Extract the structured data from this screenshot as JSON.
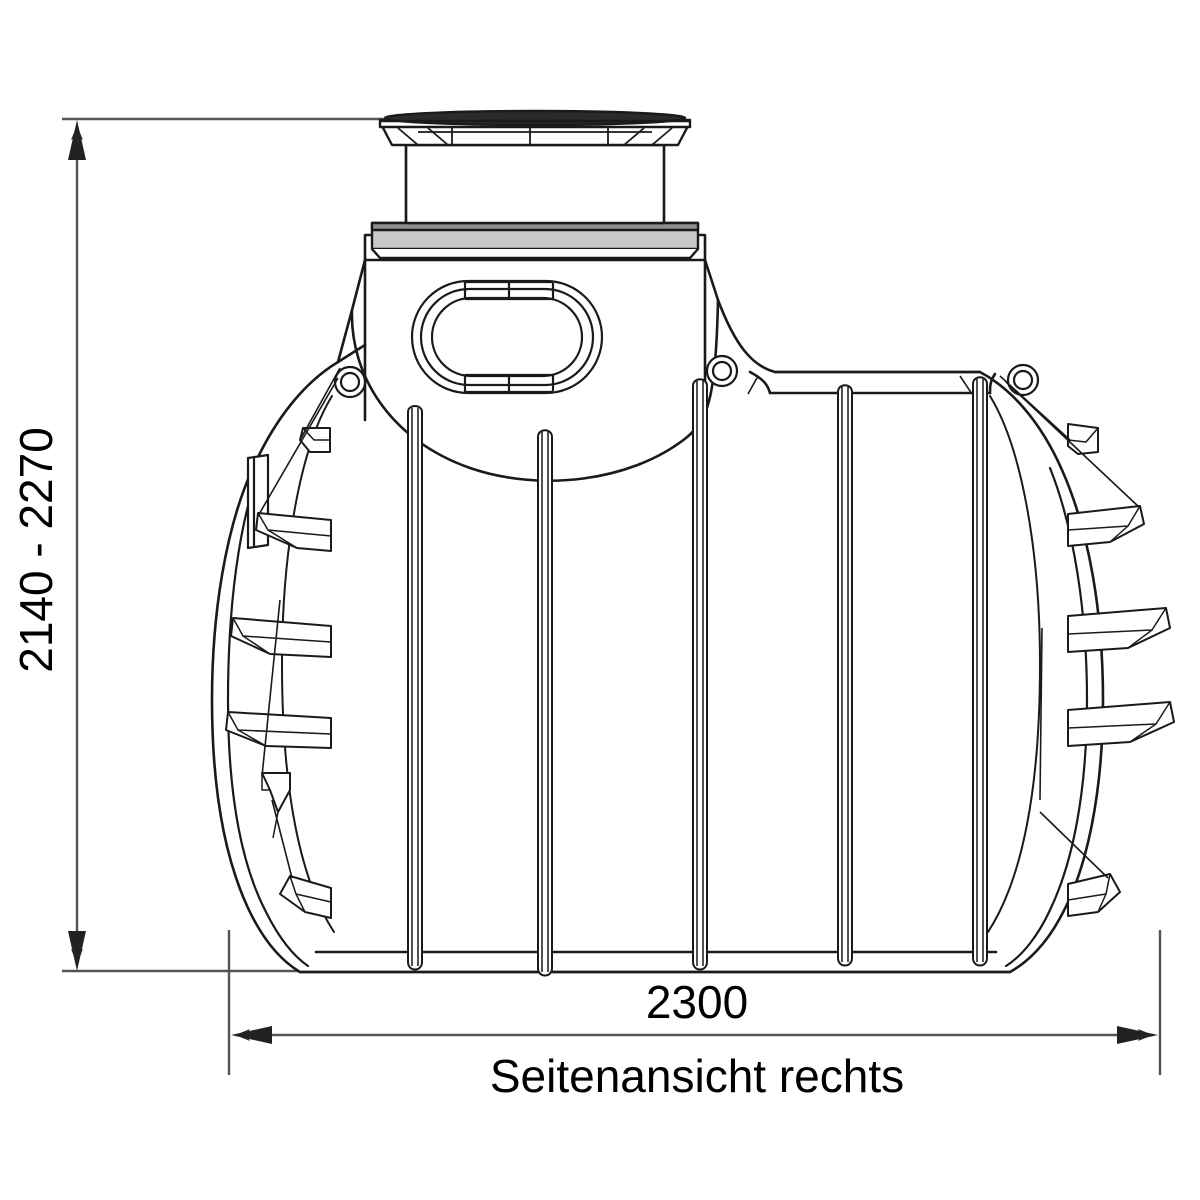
{
  "drawing": {
    "title": "Seitenansicht rechts",
    "view_type": "technical-line-drawing",
    "object": "underground-cistern-tank",
    "line_color": "#1a1a1a",
    "dimension_line_color": "#555555",
    "fill_color": "#ffffff",
    "lid_top_color": "#2b2b2b",
    "shade_color": "#8a8a8a"
  },
  "dimensions": {
    "height": {
      "label": "2140 - 2270",
      "orientation": "vertical",
      "unit": "mm"
    },
    "width": {
      "label": "2300",
      "orientation": "horizontal",
      "unit": "mm"
    }
  },
  "caption": {
    "text": "Seitenansicht rechts"
  }
}
